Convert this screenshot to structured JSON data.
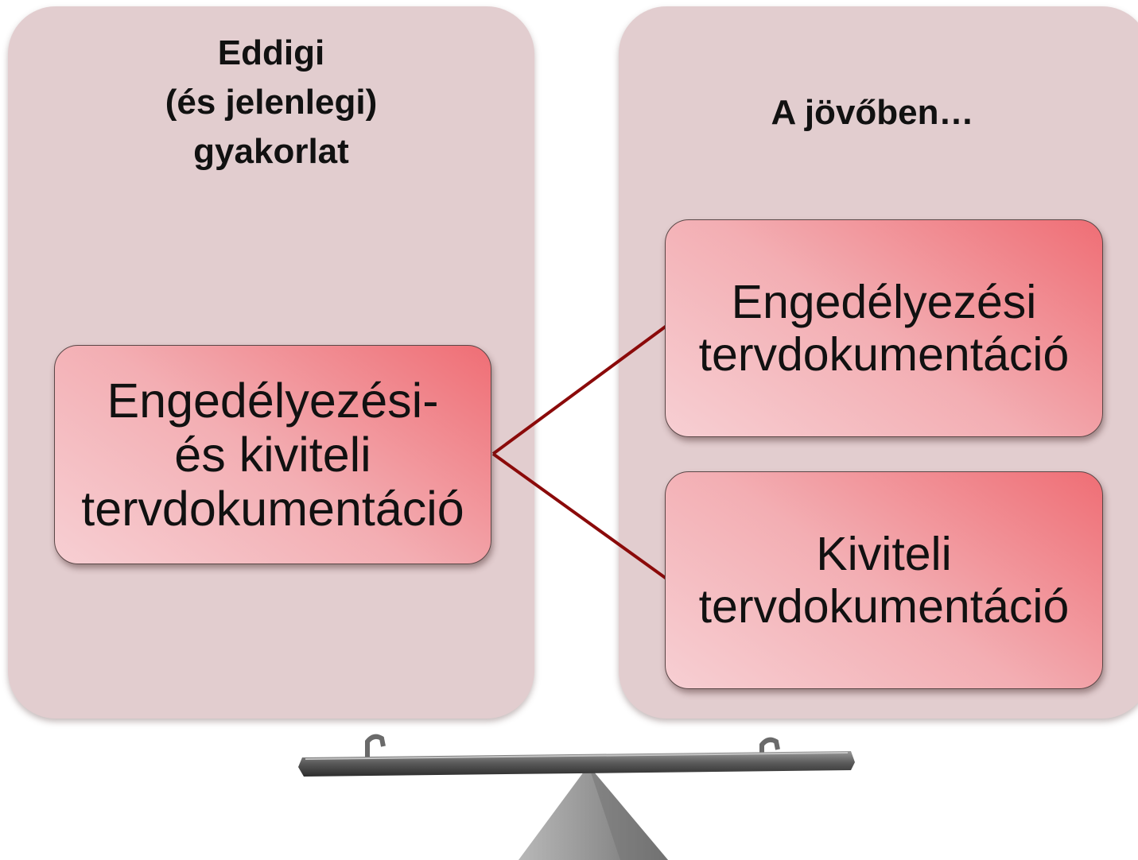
{
  "left_panel": {
    "title_lines": [
      "Eddigi",
      "(és jelenlegi)",
      "gyakorlat"
    ],
    "box_lines": [
      "Engedélyezési-",
      "és kiviteli",
      "tervdokumentáció"
    ]
  },
  "right_panel": {
    "title": "A jövőben…",
    "top_box_lines": [
      "Engedélyezési",
      "tervdokumentáció"
    ],
    "bottom_box_lines": [
      "Kiviteli",
      "tervdokumentáció"
    ]
  },
  "colors": {
    "panel_background": "#e2cdcf",
    "box_gradient_light": "#f7cfd3",
    "box_gradient_dark": "#ef6e75",
    "connector_line": "#8b0a0a",
    "seesaw": "#6f6f6f"
  },
  "icons": {
    "seesaw": "balance-seesaw-icon"
  }
}
